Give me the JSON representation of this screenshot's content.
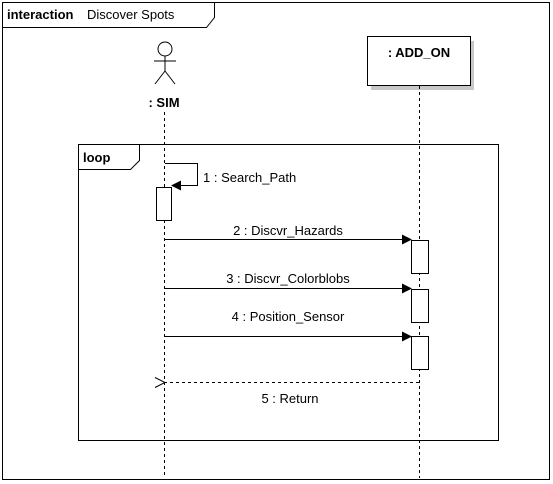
{
  "frame": {
    "keyword": "interaction",
    "name": "Discover Spots"
  },
  "lifelines": {
    "sim": {
      "label": ": SIM"
    },
    "add_on": {
      "label": ": ADD_ON"
    }
  },
  "fragment": {
    "operator": "loop"
  },
  "messages": [
    {
      "label": "1 : Search_Path",
      "kind": "self"
    },
    {
      "label": "2 : Discvr_Hazards",
      "kind": "sync"
    },
    {
      "label": "3 : Discvr_Colorblobs",
      "kind": "sync"
    },
    {
      "label": "4 : Position_Sensor",
      "kind": "sync"
    },
    {
      "label": "5 : Return",
      "kind": "reply"
    }
  ]
}
